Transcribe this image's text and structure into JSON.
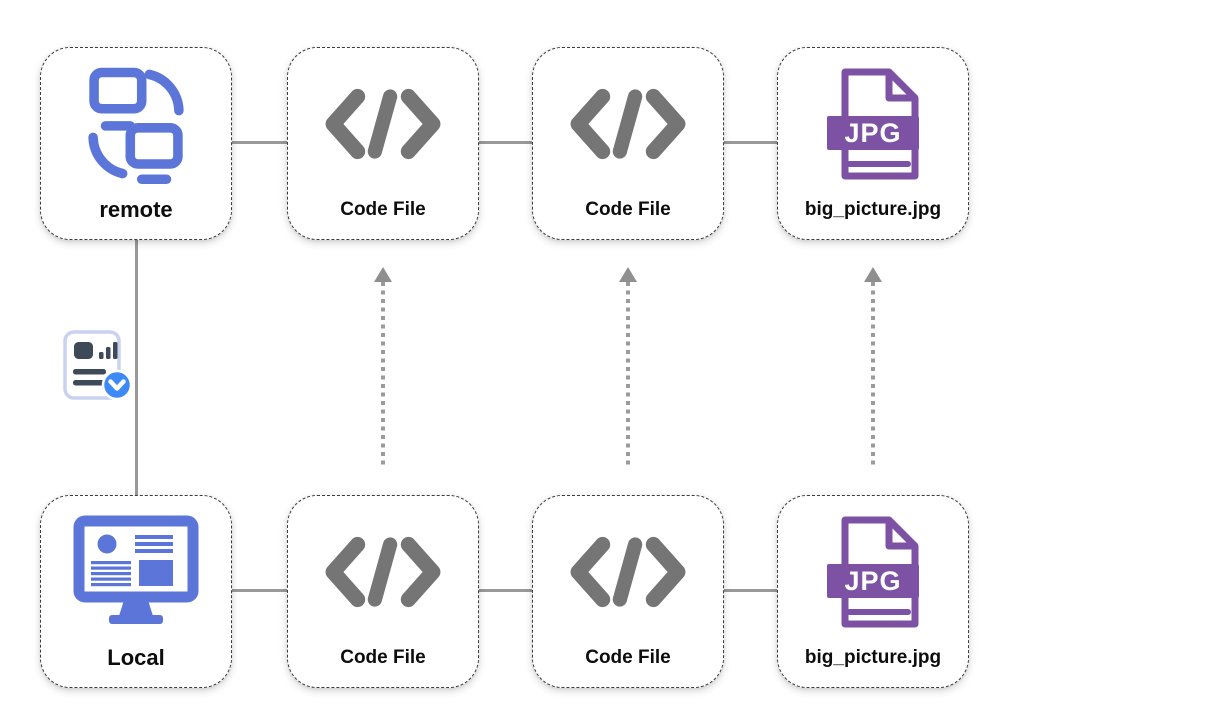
{
  "diagram": {
    "type": "flow-diagram",
    "background": "#ffffff",
    "nodes": {
      "remote": {
        "label": "remote",
        "icon": "sync-icon",
        "row": "top",
        "col": 1
      },
      "code_file_top_1": {
        "label": "Code File",
        "icon": "code-icon",
        "row": "top",
        "col": 2
      },
      "code_file_top_2": {
        "label": "Code File",
        "icon": "code-icon",
        "row": "top",
        "col": 3
      },
      "big_picture_top": {
        "label": "big_picture.jpg",
        "icon": "jpg-file-icon",
        "row": "top",
        "col": 4
      },
      "local": {
        "label": "Local",
        "icon": "monitor-icon",
        "row": "bottom",
        "col": 1
      },
      "code_file_bottom_1": {
        "label": "Code File",
        "icon": "code-icon",
        "row": "bottom",
        "col": 2
      },
      "code_file_bottom_2": {
        "label": "Code File",
        "icon": "code-icon",
        "row": "bottom",
        "col": 3
      },
      "big_picture_bottom": {
        "label": "big_picture.jpg",
        "icon": "jpg-file-icon",
        "row": "bottom",
        "col": 4
      }
    },
    "jpg_badge_text": "JPG",
    "edges": [
      {
        "from": "remote",
        "to": "code_file_top_1",
        "style": "solid-line"
      },
      {
        "from": "code_file_top_1",
        "to": "code_file_top_2",
        "style": "solid-line"
      },
      {
        "from": "code_file_top_2",
        "to": "big_picture_top",
        "style": "solid-line"
      },
      {
        "from": "remote",
        "to": "local",
        "style": "solid-line",
        "midpoint_icon": "versioned-document-icon"
      },
      {
        "from": "local",
        "to": "code_file_bottom_1",
        "style": "solid-line"
      },
      {
        "from": "code_file_bottom_1",
        "to": "code_file_bottom_2",
        "style": "solid-line"
      },
      {
        "from": "code_file_bottom_2",
        "to": "big_picture_bottom",
        "style": "solid-line"
      },
      {
        "from": "code_file_bottom_1",
        "to": "code_file_top_1",
        "style": "dotted-arrow-up"
      },
      {
        "from": "code_file_bottom_2",
        "to": "code_file_top_2",
        "style": "dotted-arrow-up"
      },
      {
        "from": "big_picture_bottom",
        "to": "big_picture_top",
        "style": "dotted-arrow-up"
      }
    ],
    "colors": {
      "node_border": "#3c3c3c",
      "node_fill": "#ffffff",
      "connector_gray": "#999999",
      "arrow_gray": "#8f8f8f",
      "blue_icon": "#5b76d8",
      "purple_icon": "#7d52a5",
      "code_gray": "#757575",
      "badge_blue": "#3d8af7",
      "doc_card_border": "#c9d2f0",
      "doc_dark": "#3f4a59",
      "label_color": "#0d0d0d"
    }
  }
}
